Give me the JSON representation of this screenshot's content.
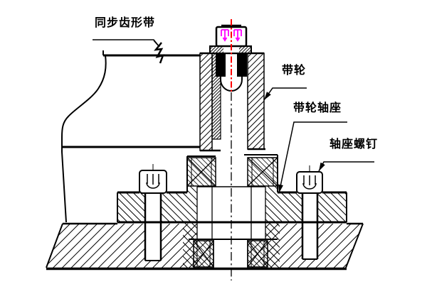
{
  "figure": {
    "type": "technical-section-drawing",
    "labels": {
      "belt": "同步齿形带",
      "pulley": "带轮",
      "pulley_shaft_seat": "带轮轴座",
      "seat_screw": "轴座螺钉"
    },
    "colors": {
      "line": "#000000",
      "centerline_red": "#ff0000",
      "thread_mark_magenta": "#ff00ff",
      "background": "#ffffff"
    }
  }
}
